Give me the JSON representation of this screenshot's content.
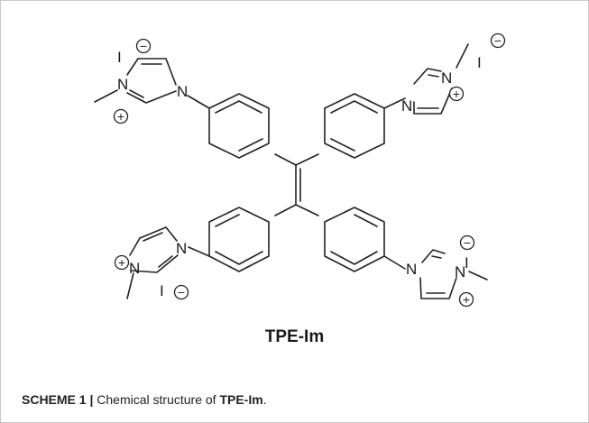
{
  "figure": {
    "compound_label": "TPE-Im",
    "caption": {
      "scheme_tag": "SCHEME 1 |",
      "text": " Chemical structure of ",
      "compound": "TPE-Im",
      "end": "."
    },
    "atoms": {
      "nitrogen": "N",
      "iodine": "I",
      "plus": "+",
      "minus": "−"
    }
  }
}
